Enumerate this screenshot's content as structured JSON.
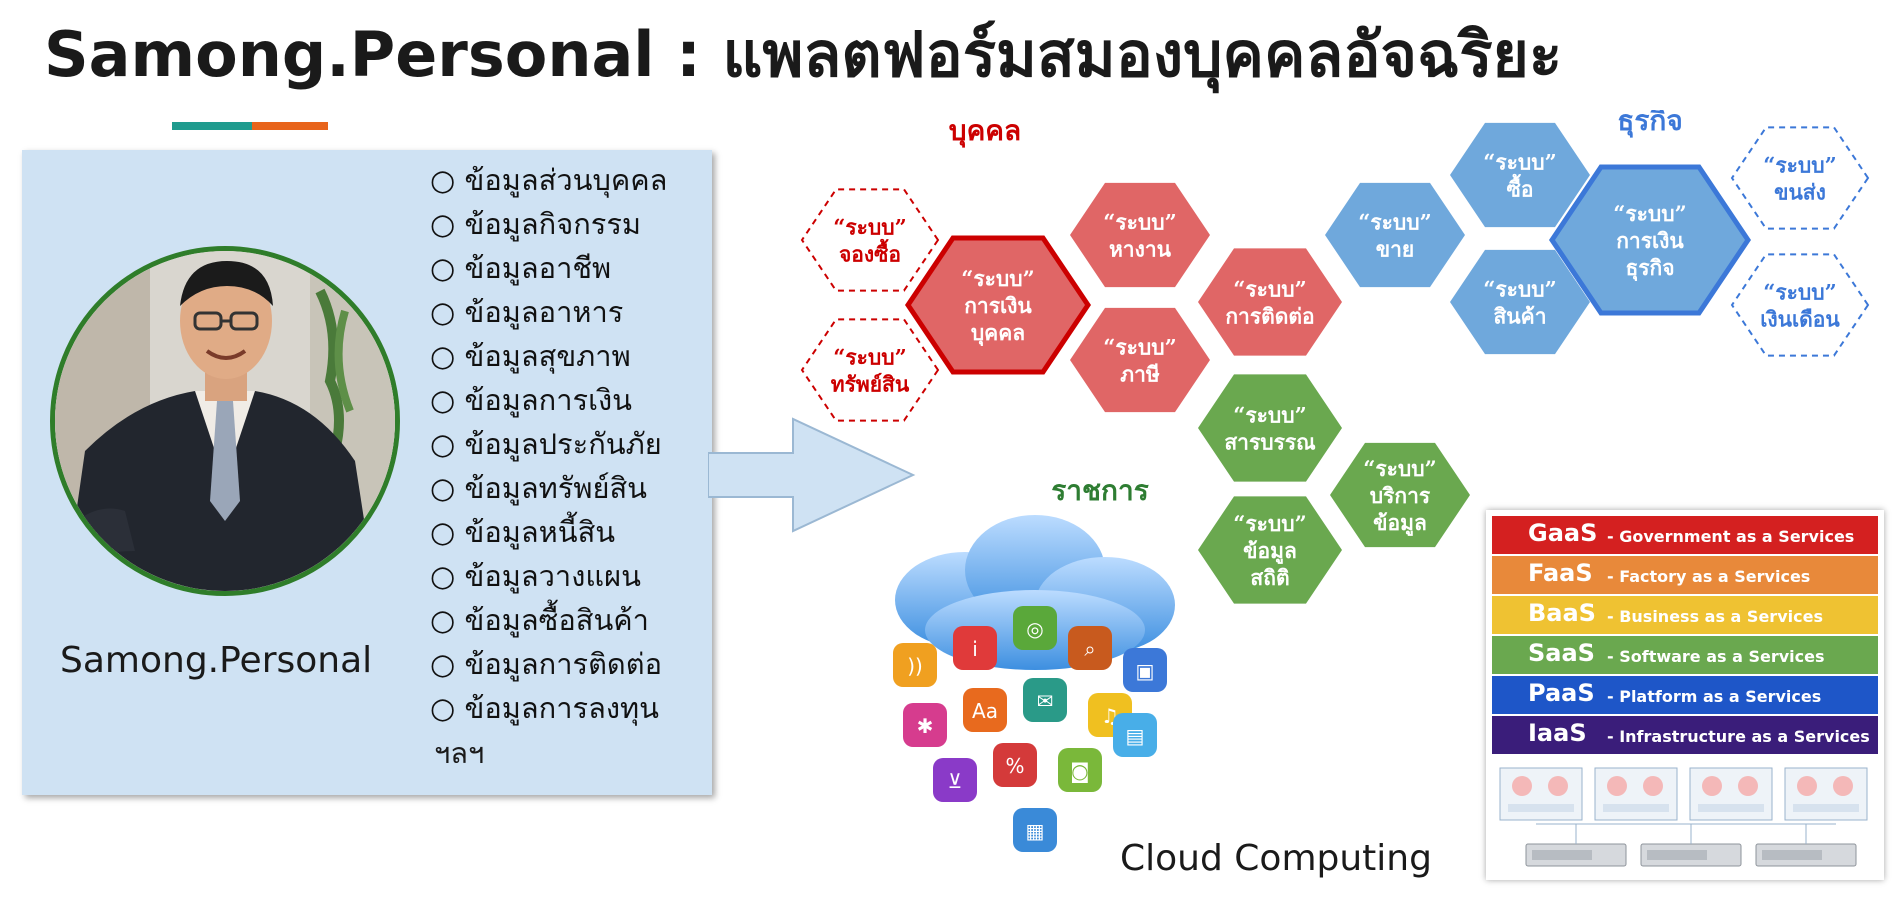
{
  "title": "Samong.Personal : แพลตฟอร์มสมองบุคคลอัจฉริยะ",
  "colors": {
    "teal": "#1f9b8e",
    "orange": "#e8641b",
    "panel": "#cfe2f3",
    "red_hex": "#e06666",
    "red_border": "#cc0000",
    "blue_hex": "#6fa8dc",
    "blue_border": "#3c78d8",
    "green_hex": "#6aa84f"
  },
  "profile": {
    "name": "Samong.Personal",
    "data_items": [
      "○ ข้อมูลส่วนบุคคล",
      "○ ข้อมูลกิจกรรม",
      "○ ข้อมูลอาชีพ",
      "○ ข้อมูลอาหาร",
      "○ ข้อมูลสุขภาพ",
      "○ ข้อมูลการเงิน",
      "○ ข้อมูลประกันภัย",
      "○ ข้อมูลทรัพย์สิน",
      "○ ข้อมูลหนี้สิน",
      "○ ข้อมูลวางแผน",
      "○ ข้อมูลซื้อสินค้า",
      "○ ข้อมูลการติดต่อ",
      "○ ข้อมูลการลงทุน"
    ],
    "etc": "ฯลฯ"
  },
  "groups": {
    "personal": "บุคคล",
    "business": "ธุรกิจ",
    "government": "ราชการ"
  },
  "hexagons": {
    "book": [
      "“ระบบ”",
      "จองซื้อ"
    ],
    "asset": [
      "“ระบบ”",
      "ทรัพย์สิน"
    ],
    "pfin": [
      "“ระบบ”",
      "การเงิน",
      "บุคคล"
    ],
    "job": [
      "“ระบบ”",
      "หางาน"
    ],
    "tax": [
      "“ระบบ”",
      "ภาษี"
    ],
    "contact": [
      "“ระบบ”",
      "การติดต่อ"
    ],
    "sell": [
      "“ระบบ”",
      "ขาย"
    ],
    "buy": [
      "“ระบบ”",
      "ซื้อ"
    ],
    "product": [
      "“ระบบ”",
      "สินค้า"
    ],
    "bfin": [
      "“ระบบ”",
      "การเงิน",
      "ธุรกิจ"
    ],
    "ship": [
      "“ระบบ”",
      "ขนส่ง"
    ],
    "salary": [
      "“ระบบ”",
      "เงินเดือน"
    ],
    "saraban": [
      "“ระบบ”",
      "สารบรรณ"
    ],
    "service": [
      "“ระบบ”",
      "บริการ",
      "ข้อมูล"
    ],
    "stat": [
      "“ระบบ”",
      "ข้อมูล",
      "สถิติ"
    ]
  },
  "cloud_label": "Cloud Computing",
  "service_stack": [
    {
      "abbr": "GaaS",
      "desc": "- Government as a Services",
      "color": "#d42020"
    },
    {
      "abbr": "FaaS",
      "desc": "- Factory as a Services",
      "color": "#e8893a"
    },
    {
      "abbr": "BaaS",
      "desc": "- Business as a Services",
      "color": "#efc232"
    },
    {
      "abbr": "SaaS",
      "desc": "- Software as a Services",
      "color": "#6aa84f"
    },
    {
      "abbr": "PaaS",
      "desc": "- Platform as a Services",
      "color": "#1e56c8"
    },
    {
      "abbr": "IaaS",
      "desc": "- Infrastructure as a Services",
      "color": "#3a1d7a"
    }
  ],
  "icons": [
    "rss-icon",
    "info-icon",
    "globe-icon",
    "search-icon",
    "lock-icon",
    "gear-icon",
    "font-icon",
    "mail-icon",
    "music-icon",
    "cart-icon",
    "percent-icon",
    "camera-icon",
    "grid-icon",
    "bag-icon"
  ]
}
